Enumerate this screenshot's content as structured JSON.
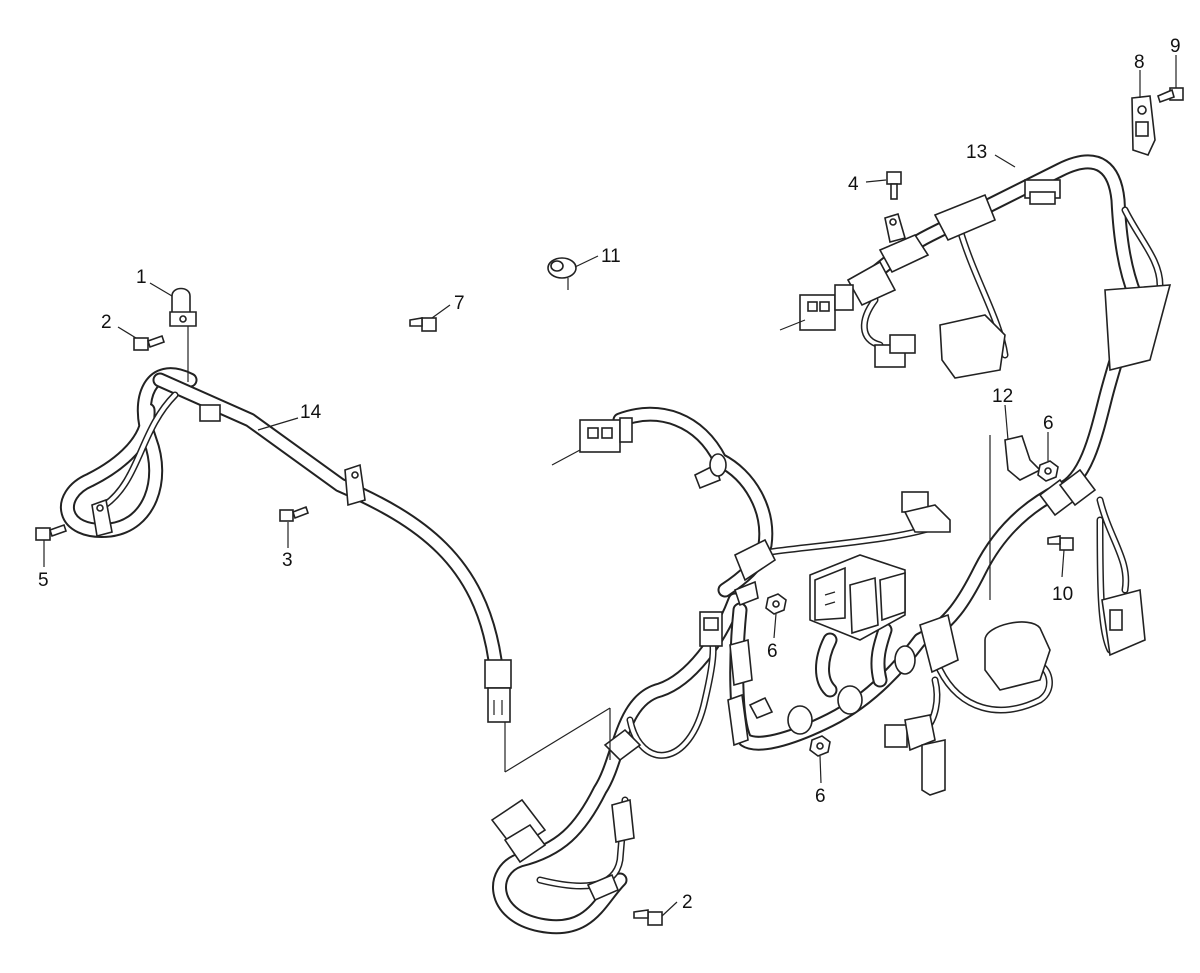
{
  "callouts": {
    "c1": "1",
    "c2a": "2",
    "c2b": "2",
    "c3": "3",
    "c4": "4",
    "c5": "5",
    "c6a": "6",
    "c6b": "6",
    "c6c": "6",
    "c7": "7",
    "c8": "8",
    "c9": "9",
    "c10": "10",
    "c11": "11",
    "c12": "12",
    "c13": "13",
    "c14": "14"
  }
}
